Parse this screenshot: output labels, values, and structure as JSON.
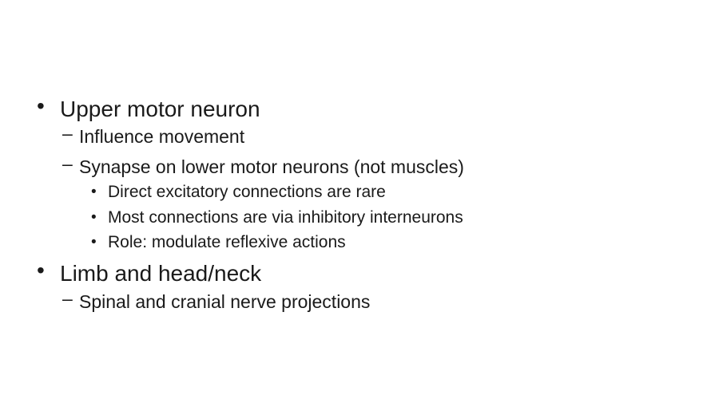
{
  "slide": {
    "background_color": "#ffffff",
    "text_color": "#1a1a1a",
    "bullets": [
      {
        "level": 1,
        "marker": "•",
        "text": "Upper motor neuron"
      },
      {
        "level": 2,
        "marker": "–",
        "text": "Influence movement"
      },
      {
        "level": 2,
        "marker": "–",
        "text": "Synapse on lower motor neurons (not muscles)"
      },
      {
        "level": 3,
        "marker": "•",
        "text": "Direct excitatory connections are rare"
      },
      {
        "level": 3,
        "marker": "•",
        "text": "Most connections are via inhibitory interneurons"
      },
      {
        "level": 3,
        "marker": "•",
        "text": "Role: modulate reflexive actions"
      },
      {
        "level": 1,
        "marker": "•",
        "text": "Limb and head/neck"
      },
      {
        "level": 2,
        "marker": "–",
        "text": "Spinal and cranial nerve projections"
      }
    ]
  }
}
